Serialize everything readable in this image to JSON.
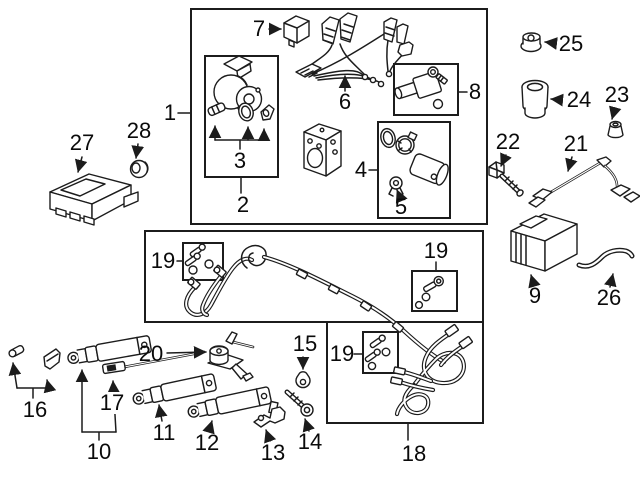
{
  "colors": {
    "background": "#ffffff",
    "line": "#1c1c1c",
    "text": "#0a0a0a"
  },
  "callouts": {
    "c1": {
      "label": "1"
    },
    "c2": {
      "label": "2"
    },
    "c3": {
      "label": "3"
    },
    "c4": {
      "label": "4"
    },
    "c5": {
      "label": "5"
    },
    "c6": {
      "label": "6"
    },
    "c7": {
      "label": "7"
    },
    "c8": {
      "label": "8"
    },
    "c9": {
      "label": "9"
    },
    "c10": {
      "label": "10"
    },
    "c11": {
      "label": "11"
    },
    "c12": {
      "label": "12"
    },
    "c13": {
      "label": "13"
    },
    "c14": {
      "label": "14"
    },
    "c15": {
      "label": "15"
    },
    "c16": {
      "label": "16"
    },
    "c17": {
      "label": "17"
    },
    "c18": {
      "label": "18"
    },
    "c19": {
      "label": "19"
    },
    "c20": {
      "label": "20"
    },
    "c21": {
      "label": "21"
    },
    "c22": {
      "label": "22"
    },
    "c23": {
      "label": "23"
    },
    "c24": {
      "label": "24"
    },
    "c25": {
      "label": "25"
    },
    "c26": {
      "label": "26"
    },
    "c27": {
      "label": "27"
    },
    "c28": {
      "label": "28"
    }
  }
}
